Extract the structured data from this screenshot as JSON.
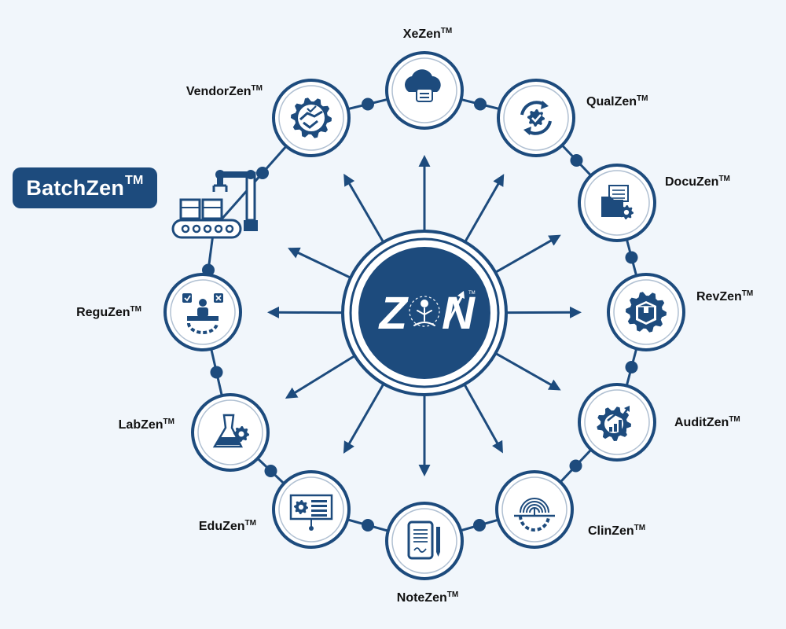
{
  "colors": {
    "primary": "#1d4b7d",
    "background": "#f1f6fb",
    "node_fill": "#ffffff",
    "text": "#111111"
  },
  "hub": {
    "logo_left": "Z",
    "logo_right": "N",
    "trademark": "TM"
  },
  "badge": {
    "label": "BatchZen",
    "trademark": "TM",
    "icon": "robot-arm-conveyor-icon"
  },
  "nodes": [
    {
      "label": "XeZen",
      "tm": "TM",
      "icon": "cloud-server-icon"
    },
    {
      "label": "QualZen",
      "tm": "TM",
      "icon": "quality-cycle-icon"
    },
    {
      "label": "DocuZen",
      "tm": "TM",
      "icon": "document-folder-gear-icon"
    },
    {
      "label": "RevZen",
      "tm": "TM",
      "icon": "package-gear-icon"
    },
    {
      "label": "AuditZen",
      "tm": "TM",
      "icon": "gear-bar-chart-icon"
    },
    {
      "label": "ClinZen",
      "tm": "TM",
      "icon": "fingerprint-gear-icon"
    },
    {
      "label": "NoteZen",
      "tm": "TM",
      "icon": "tablet-notes-icon"
    },
    {
      "label": "EduZen",
      "tm": "TM",
      "icon": "presentation-board-icon"
    },
    {
      "label": "LabZen",
      "tm": "TM",
      "icon": "flask-gear-icon"
    },
    {
      "label": "ReguZen",
      "tm": "TM",
      "icon": "person-desk-approval-icon"
    },
    {
      "label": "VendorZen",
      "tm": "TM",
      "icon": "handshake-gear-icon"
    }
  ]
}
